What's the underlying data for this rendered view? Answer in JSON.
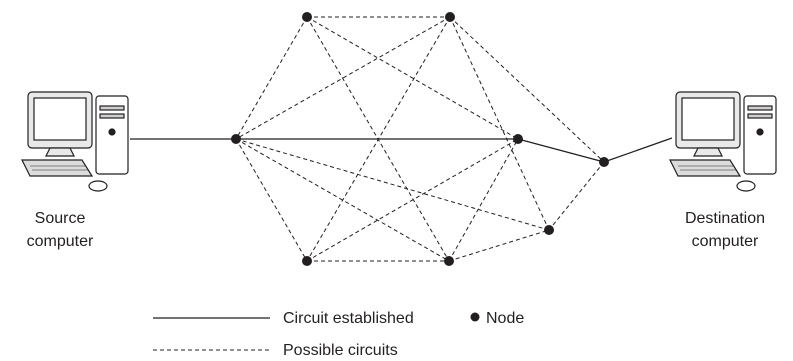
{
  "source": {
    "line1": "Source",
    "line2": "computer"
  },
  "destination": {
    "line1": "Destination",
    "line2": "computer"
  },
  "legend": {
    "established": "Circuit established",
    "node": "Node",
    "possible": "Possible circuits"
  },
  "colors": {
    "ink": "#231f20",
    "background": "#ffffff"
  }
}
